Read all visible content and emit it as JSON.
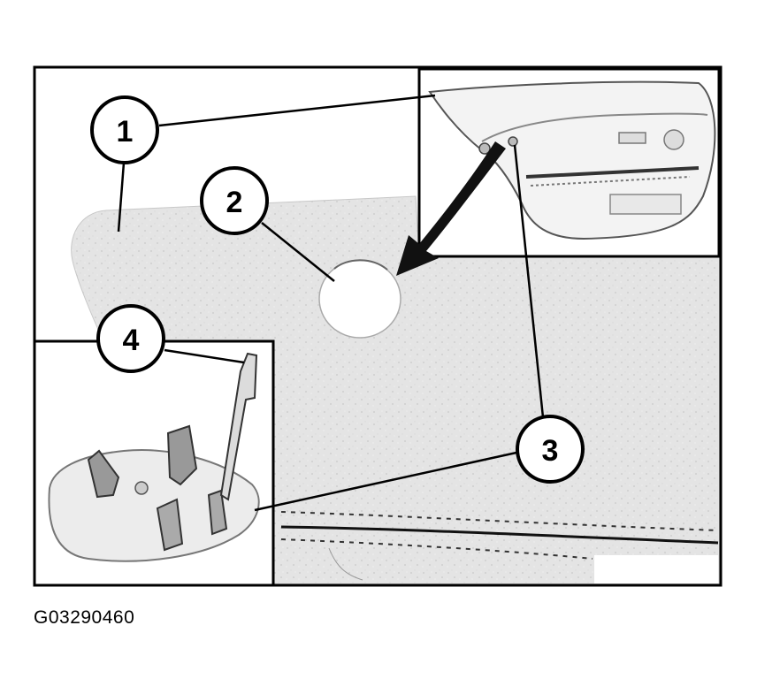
{
  "figure": {
    "callouts": [
      {
        "label": "1",
        "part": "door-panel-overview"
      },
      {
        "label": "2",
        "part": "access-hole"
      },
      {
        "label": "3",
        "part": "door-trim-surface"
      },
      {
        "label": "4",
        "part": "clip-fastener"
      }
    ],
    "caption": "G03290460",
    "colors": {
      "frame": "#000000",
      "leather": "#e4e4e4",
      "background": "#ffffff"
    }
  }
}
